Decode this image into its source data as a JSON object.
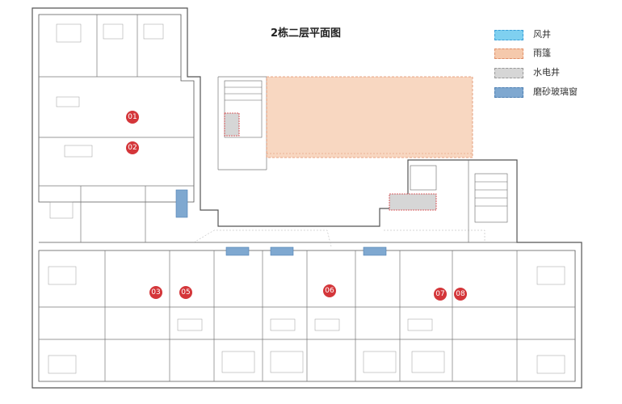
{
  "plan": {
    "title": "2栋二层平面图"
  },
  "legend": [
    {
      "label": "风井",
      "color": "#7fd0f0",
      "border": "#3a9fd8"
    },
    {
      "label": "雨篷",
      "color": "#f5c9ac",
      "border": "#e0906a"
    },
    {
      "label": "水电井",
      "color": "#d6d6d6",
      "border": "#999999"
    },
    {
      "label": "磨砂玻璃窗",
      "color": "#7fa8d0",
      "border": "#4d7fb2"
    }
  ],
  "units": [
    "01",
    "02",
    "03",
    "05",
    "06",
    "07",
    "08"
  ]
}
